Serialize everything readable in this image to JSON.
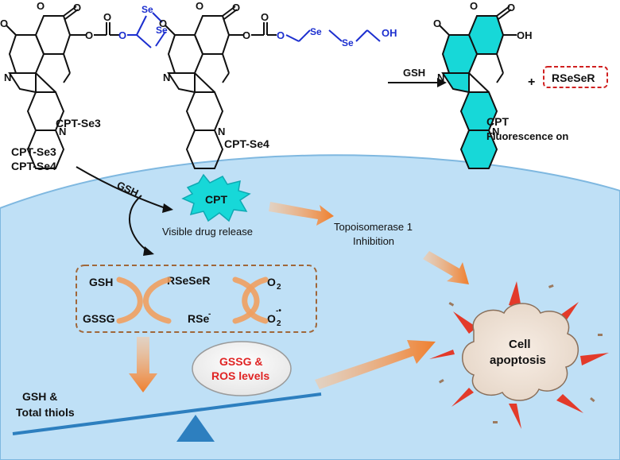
{
  "structures": {
    "cpt_se3": {
      "label": "CPT-Se3",
      "atom_o": "O",
      "atom_n": "N",
      "atom_se": "Se"
    },
    "cpt_se4": {
      "label": "CPT-Se4",
      "atom_o": "O",
      "atom_n": "N",
      "atom_se": "Se",
      "atom_oh": "OH"
    },
    "cpt": {
      "label": "CPT",
      "sublabel": "Fluorescence on",
      "atom_o": "O",
      "atom_n": "N",
      "atom_oh": "OH"
    }
  },
  "reaction": {
    "arrow_label": "GSH",
    "plus": "+",
    "byproduct": "RSeSeR"
  },
  "cell": {
    "entry_labels": [
      "CPT-Se3",
      "CPT-Se4"
    ],
    "entry_arrow_label": "GSH",
    "burst_label": "CPT",
    "release_label": "Visible drug release",
    "topo_label": [
      "Topoisomerase 1",
      "Inhibition"
    ],
    "cycle": {
      "gsh": "GSH",
      "gssg": "GSSG",
      "rseser": "RSeSeR",
      "rse": "RSe",
      "rse_charge": "-",
      "o2": "O",
      "o2_sub": "2",
      "superoxide": "O",
      "superoxide_sub": "2",
      "superoxide_charge": "-•"
    },
    "balance_left": [
      "GSH &",
      "Total thiols"
    ],
    "balance_right": [
      "GSSG &",
      "ROS levels"
    ],
    "apoptosis_label": [
      "Cell",
      "apoptosis"
    ]
  },
  "colors": {
    "cell_fill": "#bfe0f6",
    "cpt_highlight": "#17d8d8",
    "selenium_blue": "#1c2fcf",
    "red_text": "#e02424",
    "arrow_orange": "#f0883a",
    "dash_red": "#d02020",
    "dash_brown": "#a0673a",
    "beam_blue": "#2d7fbf"
  }
}
